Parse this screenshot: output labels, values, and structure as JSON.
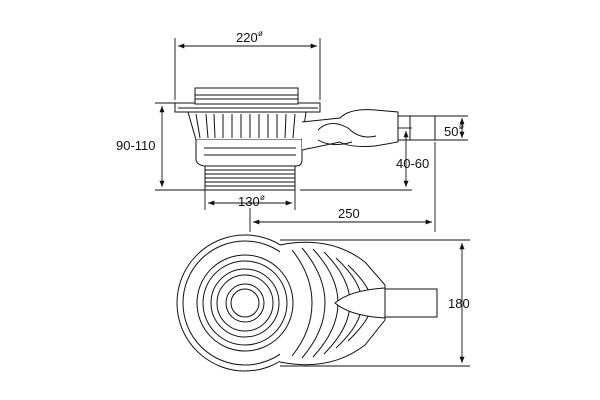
{
  "dimensions": {
    "top_width": {
      "value": "220",
      "symbol": "ø"
    },
    "height": {
      "value": "90-110"
    },
    "outlet_diam": {
      "value": "50",
      "symbol": "ø"
    },
    "outlet_height": {
      "value": "40-60"
    },
    "base_diam": {
      "value": "130",
      "symbol": "ø"
    },
    "length": {
      "value": "250"
    },
    "plan_height": {
      "value": "180"
    }
  },
  "colors": {
    "line": "#111111",
    "paper": "#ffffff"
  }
}
